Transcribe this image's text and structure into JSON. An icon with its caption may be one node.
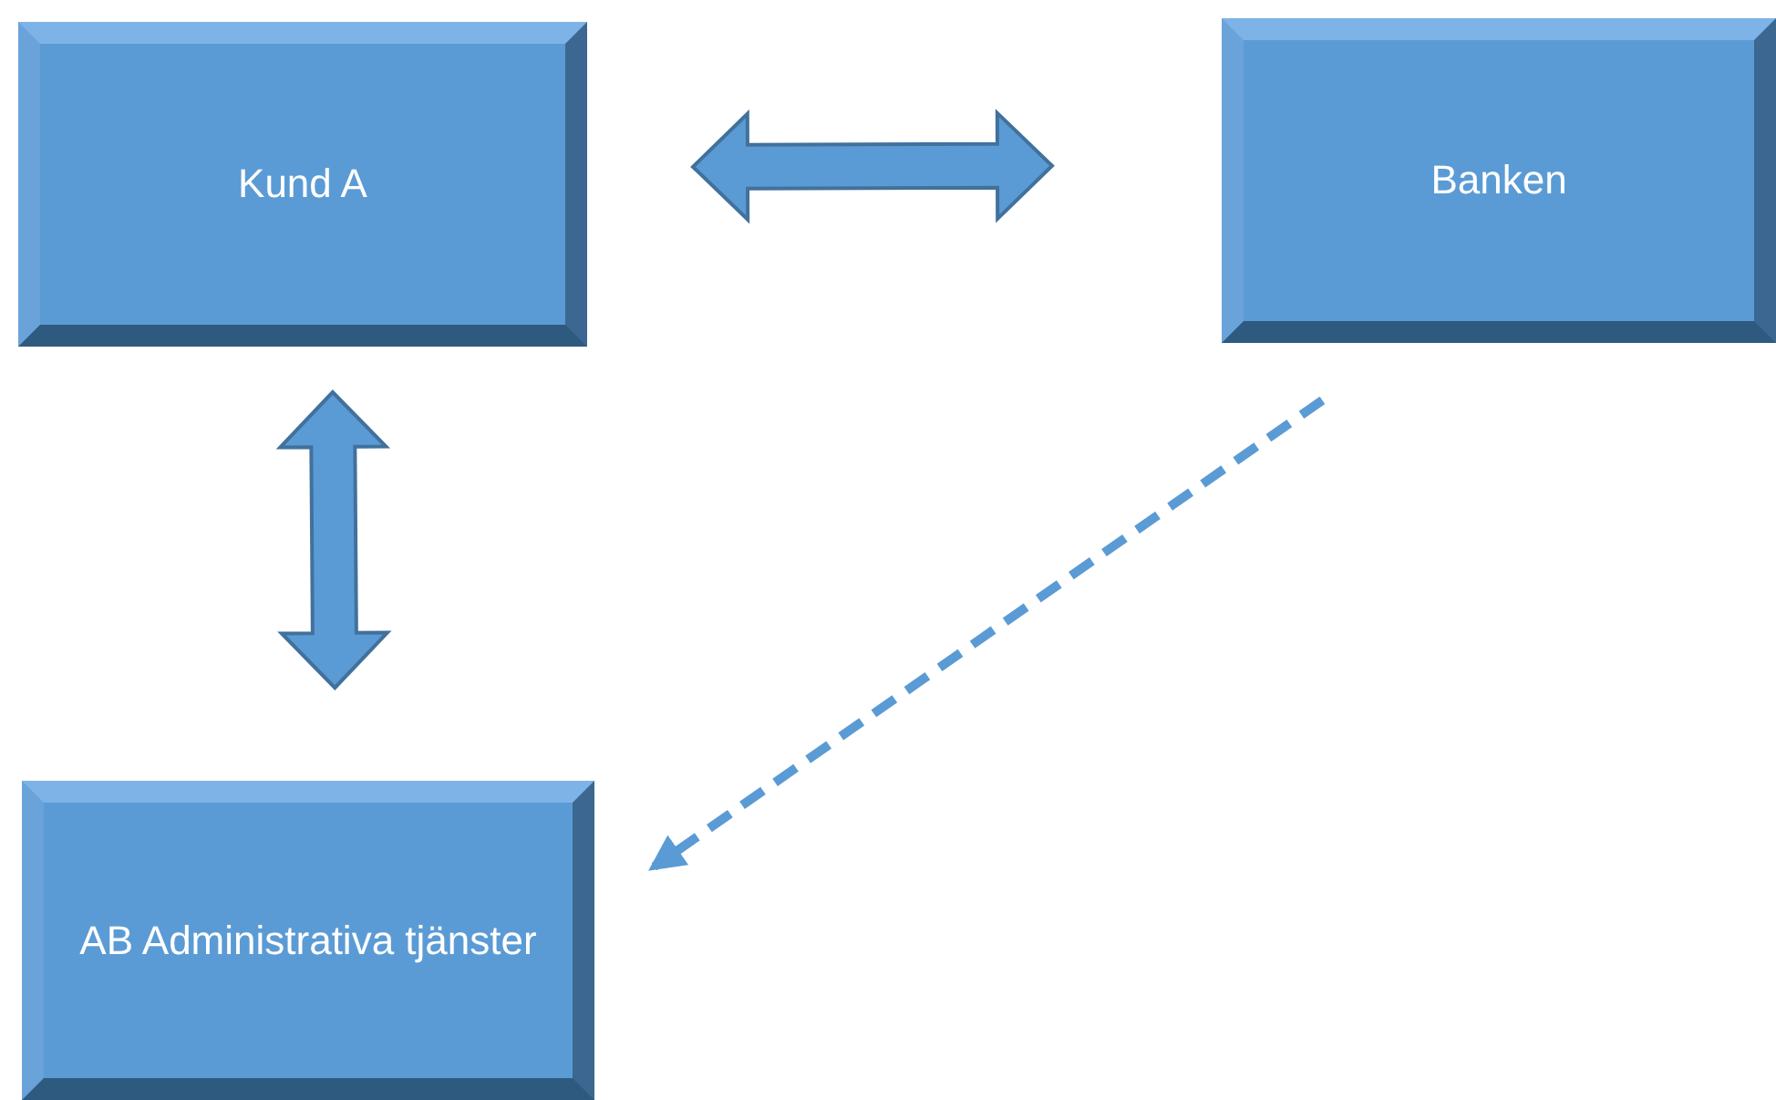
{
  "diagram": {
    "nodes": [
      {
        "text": [
          "Kund A"
        ]
      },
      {
        "text": [
          "Banken"
        ]
      },
      {
        "text": [
          "AB Administrativa tjänster"
        ]
      }
    ],
    "edges": [
      {
        "from": 0,
        "to": 1,
        "arrow": "both"
      },
      {
        "from": 0,
        "to": 2,
        "arrow": "both"
      },
      {
        "from": 1,
        "to": 2,
        "arrow": "to",
        "style": "dashed"
      }
    ]
  }
}
